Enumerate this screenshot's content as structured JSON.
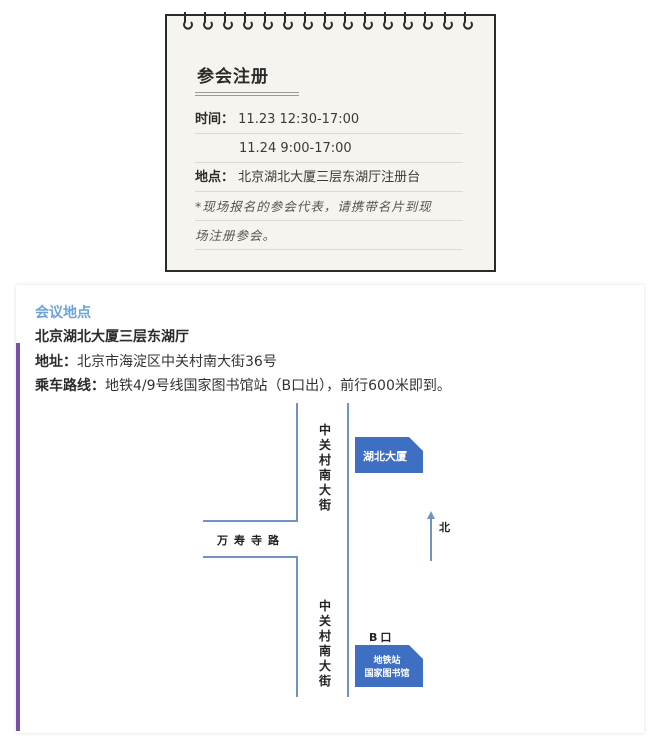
{
  "registration": {
    "title": "参会注册",
    "time_label": "时间：",
    "time_1": "11.23 12:30-17:00",
    "time_2": "11.24  9:00-17:00",
    "place_label": "地点：",
    "place": "北京湖北大厦三层东湖厅注册台",
    "note_line1": "*现场报名的参会代表，请携带名片到现",
    "note_line2": "场注册参会。"
  },
  "location": {
    "section_title": "会议地点",
    "venue": "北京湖北大厦三层东湖厅",
    "address_label": "地址：",
    "address": "北京市海淀区中关村南大街36号",
    "route_label": "乘车路线：",
    "route": "地铁4/9号线国家图书馆站（B口出），前行600米即到。"
  },
  "map": {
    "street_north": "中关村南大街",
    "street_south": "中关村南大街",
    "cross_road": "万寿寺路",
    "building": "湖北大厦",
    "north": "北",
    "exit": "B口",
    "station_line1": "地铁站",
    "station_line2": "国家图书馆",
    "colors": {
      "road": "#6f93c4",
      "building": "#3f6fc2",
      "accent_bar": "#7b4fa6",
      "section_title": "#6aa4d8"
    }
  }
}
